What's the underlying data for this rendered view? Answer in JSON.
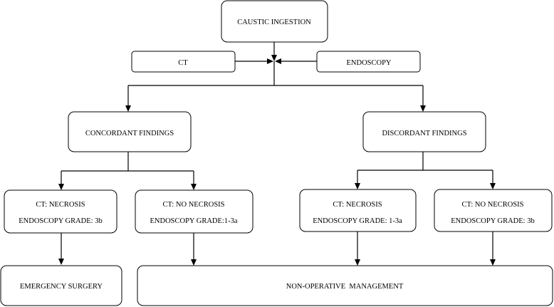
{
  "flowchart": {
    "caustic_ingestion": "CAUSTIC INGESTION",
    "ct": "CT",
    "endoscopy": "ENDOSCOPY",
    "concordant": "CONCORDANT FINDINGS",
    "discordant": "DISCORDANT FINDINGS",
    "conc_necrosis": {
      "line1": "CT: NECROSIS",
      "line2": "ENDOSCOPY GRADE: 3b"
    },
    "conc_no_necrosis": {
      "line1": "CT: NO NECROSIS",
      "line2": "ENDOSCOPY GRADE:1-3a"
    },
    "disc_necrosis": {
      "line1": "CT: NECROSIS",
      "line2": "ENDOSCOPY GRADE: 1-3a"
    },
    "disc_no_necrosis": {
      "line1": "CT: NO NECROSIS",
      "line2": "ENDOSCOPY GRADE: 3b"
    },
    "emergency_surgery": "EMERGENCY SURGERY",
    "non_operative": "NON-OPERATIVE  MANAGEMENT"
  }
}
